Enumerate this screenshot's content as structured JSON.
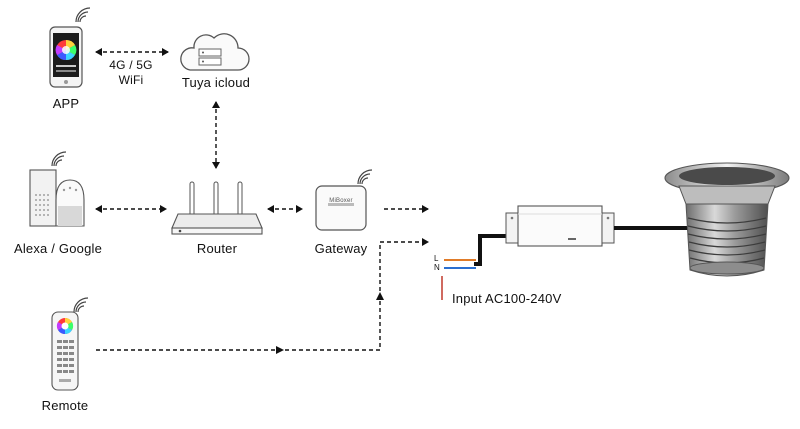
{
  "nodes": {
    "app": {
      "label": "APP"
    },
    "cloud": {
      "label": "Tuya icloud"
    },
    "network": {
      "line1": "4G / 5G",
      "line2": "WiFi"
    },
    "alexa": {
      "label": "Alexa / Google"
    },
    "router": {
      "label": "Router"
    },
    "gateway": {
      "label": "Gateway",
      "brand": "MiBoxer"
    },
    "remote": {
      "label": "Remote"
    },
    "driver": {
      "terminal_l": "L",
      "terminal_n": "N",
      "input_label": "Input AC100-240V"
    }
  },
  "colors": {
    "wire_live": "#c0392b",
    "wire_neutral": "#2a6fd0",
    "wire_cable": "#111111",
    "accent_wire": "#e07b28"
  }
}
